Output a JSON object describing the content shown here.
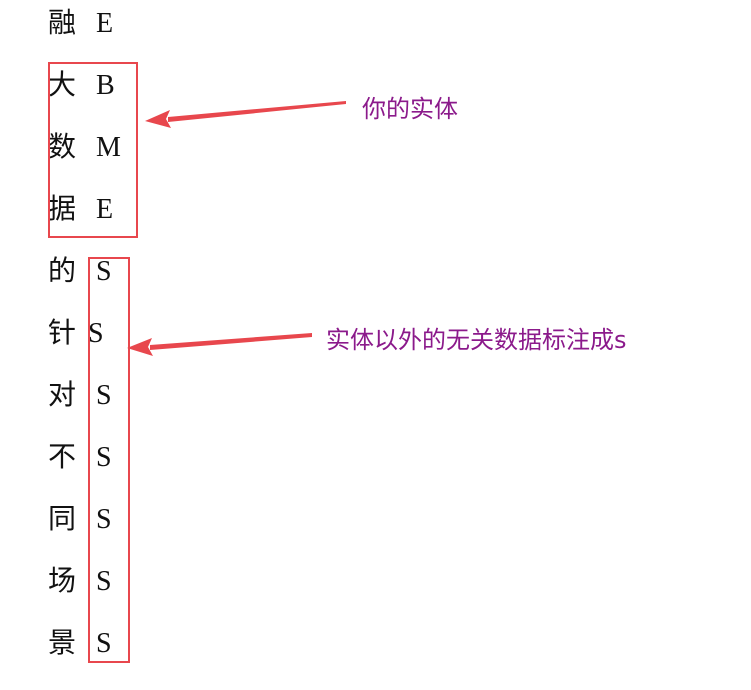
{
  "rows": [
    {
      "char": "融",
      "tag": "E"
    },
    {
      "char": "大",
      "tag": "B"
    },
    {
      "char": "数",
      "tag": "M"
    },
    {
      "char": "据",
      "tag": "E"
    },
    {
      "char": "的",
      "tag": "S"
    },
    {
      "char": "针",
      "tag": "S"
    },
    {
      "char": "对",
      "tag": "S"
    },
    {
      "char": "不",
      "tag": "S"
    },
    {
      "char": "同",
      "tag": "S"
    },
    {
      "char": "场",
      "tag": "S"
    },
    {
      "char": "景",
      "tag": "S"
    }
  ],
  "annotations": {
    "entity": "你的实体",
    "other": "实体以外的无关数据标注成s"
  },
  "colors": {
    "box": "#e8474d",
    "arrow": "#e8474d",
    "annotation_text": "#8b1a8b",
    "text": "#111111"
  }
}
